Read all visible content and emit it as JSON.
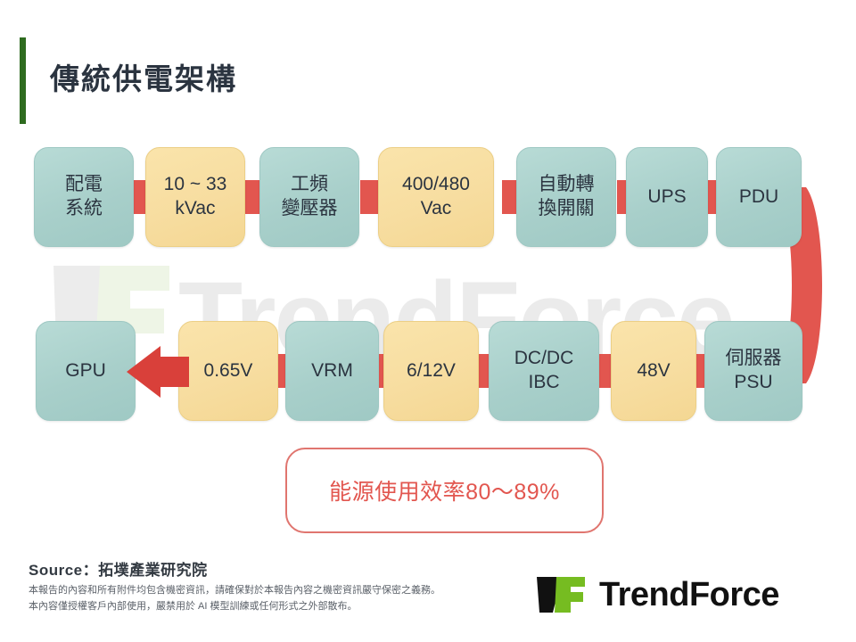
{
  "title": "傳統供電架構",
  "accent": {
    "title_bar": "#2e6b1f",
    "teal": "#a8cfca",
    "yellow": "#f7dda0",
    "red": "#e2564f",
    "logo_green": "#76bc21"
  },
  "flow": {
    "row1": [
      {
        "label": "配電\n系統",
        "color": "teal"
      },
      {
        "label": "10 ~ 33\nkVac",
        "color": "yellow"
      },
      {
        "label": "工頻\n變壓器",
        "color": "teal"
      },
      {
        "label": "400/480\nVac",
        "color": "yellow"
      },
      {
        "label": "自動轉\n換開關",
        "color": "teal"
      },
      {
        "label": "UPS",
        "color": "teal"
      },
      {
        "label": "PDU",
        "color": "teal"
      }
    ],
    "row2": [
      {
        "label": "GPU",
        "color": "teal"
      },
      {
        "label": "0.65V",
        "color": "yellow"
      },
      {
        "label": "VRM",
        "color": "teal"
      },
      {
        "label": "6/12V",
        "color": "yellow"
      },
      {
        "label": "DC/DC\nIBC",
        "color": "teal"
      },
      {
        "label": "48V",
        "color": "yellow"
      },
      {
        "label": "伺服器\nPSU",
        "color": "teal"
      }
    ]
  },
  "callout": {
    "text": "能源使用效率80～89%"
  },
  "footer": {
    "source": "Source：拓墣產業研究院",
    "disclaimer_line1": "本報告的內容和所有附件均包含機密資訊，請確保對於本報告內容之機密資訊嚴守保密之義務。",
    "disclaimer_line2": "本內容僅授權客戶內部使用，嚴禁用於 AI 模型訓練或任何形式之外部散布。",
    "logo_text": "TrendForce",
    "watermark_text": "TrendForce"
  }
}
